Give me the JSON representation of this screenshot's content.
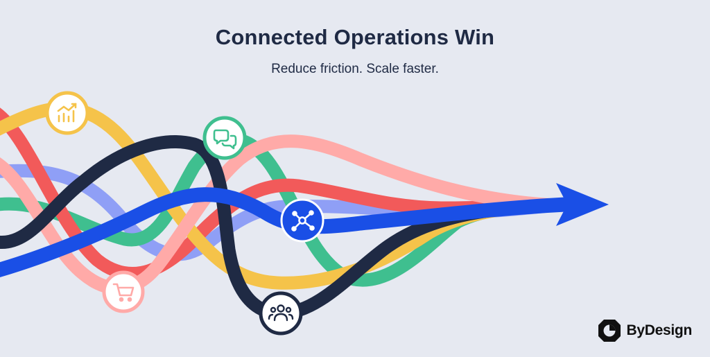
{
  "header": {
    "title": "Connected Operations Win",
    "subtitle": "Reduce friction. Scale faster."
  },
  "nodes": [
    {
      "name": "analytics",
      "icon": "bar-chart-icon",
      "ring": "#f5c34a"
    },
    {
      "name": "messaging",
      "icon": "chat-bubbles-icon",
      "ring": "#3fbf8f"
    },
    {
      "name": "hub",
      "icon": "network-hub-icon",
      "ring": "#1a4fe6"
    },
    {
      "name": "commerce",
      "icon": "shopping-cart-icon",
      "ring": "#ffaaa8"
    },
    {
      "name": "community",
      "icon": "people-group-icon",
      "ring": "#1f2a44"
    }
  ],
  "streams": [
    {
      "name": "yellow",
      "color": "#f5c34a"
    },
    {
      "name": "red",
      "color": "#f25a5a"
    },
    {
      "name": "periwinkle",
      "color": "#8f9ff6"
    },
    {
      "name": "green",
      "color": "#3fbf8f"
    },
    {
      "name": "pink",
      "color": "#ffaaa8"
    },
    {
      "name": "navy",
      "color": "#1f2a44"
    },
    {
      "name": "blue",
      "color": "#1a4fe6"
    }
  ],
  "arrow": {
    "color": "#1a4fe6"
  },
  "brand": {
    "name": "ByDesign",
    "logo_icon": "bydesign-logo-icon",
    "color": "#111111"
  },
  "colors": {
    "background": "#e6e9f1",
    "text": "#1f2a44"
  }
}
